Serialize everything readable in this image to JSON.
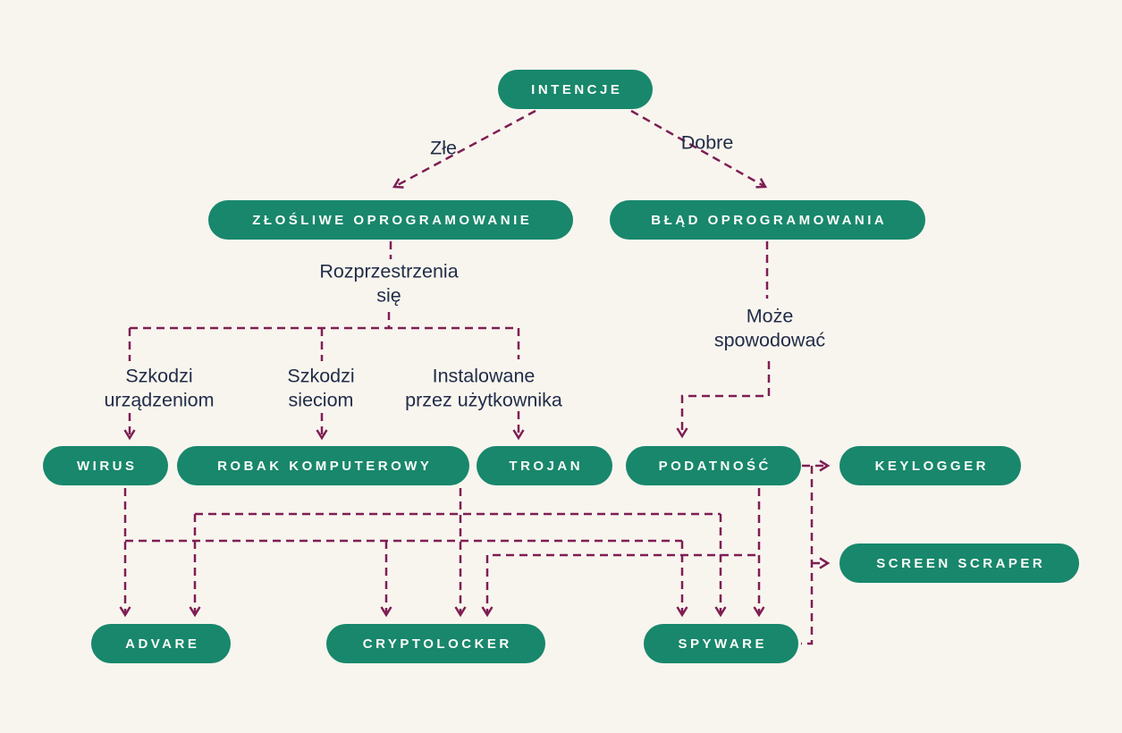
{
  "diagram": {
    "title": "Intencje / malware classification flowchart",
    "colors": {
      "background": "#f8f5ee",
      "node_fill": "#18876c",
      "node_text": "#fbfbf7",
      "connector": "#7e1e54",
      "label_text": "#222d49"
    },
    "nodes": {
      "intencje": {
        "label": "INTENCJE"
      },
      "zlosliwe": {
        "label": "ZŁOŚLIWE OPROGRAMOWANIE"
      },
      "blad": {
        "label": "BŁĄD OPROGRAMOWANIA"
      },
      "wirus": {
        "label": "WIRUS"
      },
      "robak": {
        "label": "ROBAK KOMPUTEROWY"
      },
      "trojan": {
        "label": "TROJAN"
      },
      "podatnosc": {
        "label": "PODATNOŚĆ"
      },
      "keylogger": {
        "label": "KEYLOGGER"
      },
      "screen_scraper": {
        "label": "SCREEN SCRAPER"
      },
      "advare": {
        "label": "ADVARE"
      },
      "cryptolocker": {
        "label": "CRYPTOLOCKER"
      },
      "spyware": {
        "label": "SPYWARE"
      }
    },
    "edge_labels": {
      "zle": "Złe",
      "dobre": "Dobre",
      "rozprzestrzenia": "Rozprzestrzenia\nsię",
      "szkodzi_urzadzeniom": "Szkodzi\nurządzeniom",
      "szkodzi_sieciom": "Szkodzi\nsieciom",
      "instalowane": "Instalowane\nprzez użytkownika",
      "moze_spowodowac": "Może\nspowodować"
    },
    "edges": [
      {
        "from": "intencje",
        "to": "zlosliwe",
        "label": "Złe"
      },
      {
        "from": "intencje",
        "to": "blad",
        "label": "Dobre"
      },
      {
        "from": "zlosliwe",
        "to": "wirus",
        "label": "Rozprzestrzenia się / Szkodzi urządzeniom"
      },
      {
        "from": "zlosliwe",
        "to": "robak",
        "label": "Rozprzestrzenia się / Szkodzi sieciom"
      },
      {
        "from": "zlosliwe",
        "to": "trojan",
        "label": "Rozprzestrzenia się / Instalowane przez użytkownika"
      },
      {
        "from": "blad",
        "to": "podatnosc",
        "label": "Może spowodować"
      },
      {
        "from": "wirus",
        "to": "advare"
      },
      {
        "from": "wirus",
        "to": "cryptolocker"
      },
      {
        "from": "wirus",
        "to": "spyware"
      },
      {
        "from": "robak",
        "to": "advare"
      },
      {
        "from": "robak",
        "to": "cryptolocker"
      },
      {
        "from": "robak",
        "to": "spyware"
      },
      {
        "from": "podatnosc",
        "to": "spyware"
      },
      {
        "from": "podatnosc",
        "to": "cryptolocker"
      },
      {
        "from": "podatnosc",
        "to": "keylogger"
      },
      {
        "from": "spyware",
        "to": "keylogger"
      },
      {
        "from": "spyware",
        "to": "screen_scraper"
      }
    ]
  }
}
